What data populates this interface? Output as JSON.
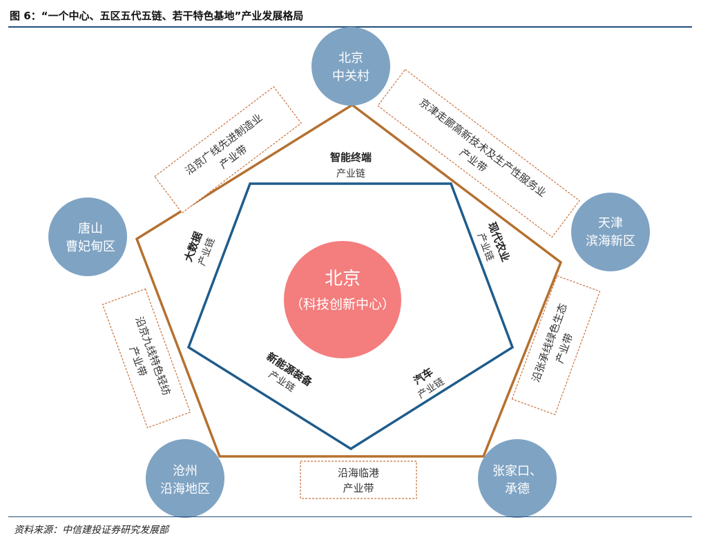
{
  "title": "图 6：“一个中心、五区五代五链、若干特色基地”产业发展格局",
  "source": "资料来源：中信建投证券研究发展部",
  "colors": {
    "outer_pentagon": "#b5702f",
    "inner_pentagon": "#1f5c8b",
    "node_fill": "#7fa3c3",
    "center_fill": "#f47d7d",
    "dashed_box": "#c9703a"
  },
  "center": {
    "line1": "北京",
    "line2": "（科技创新中心）"
  },
  "nodes": {
    "top": {
      "line1": "北京",
      "line2": "中关村"
    },
    "right": {
      "line1": "天津",
      "line2": "滨海新区"
    },
    "bottom_right": {
      "line1": "张家口、",
      "line2": "承德"
    },
    "bottom_left": {
      "line1": "沧州",
      "line2": "沿海地区"
    },
    "left": {
      "line1": "唐山",
      "line2": "曹妃甸区"
    }
  },
  "chains": {
    "top": {
      "name": "智能终端",
      "sub": "产业链"
    },
    "right": {
      "name": "现代农业",
      "sub": "产业链"
    },
    "bottom_right": {
      "name": "汽车",
      "sub": "产业链"
    },
    "bottom_left": {
      "name": "新能源装备",
      "sub": "产业链"
    },
    "left": {
      "name": "大数据",
      "sub": "产业链"
    }
  },
  "belts": {
    "upper_left": {
      "line1": "沿京广线先进制造业",
      "line2": "产业带"
    },
    "upper_right": {
      "line1": "京津走廊高新技术及生产性服务业",
      "line2": "产业带"
    },
    "right": {
      "line1": "沿张承线绿色生态",
      "line2": "产业带"
    },
    "bottom": {
      "line1": "沿海临港",
      "line2": "产业带"
    },
    "left": {
      "line1": "沿京九线特色轻纺",
      "line2": "产业带"
    }
  }
}
